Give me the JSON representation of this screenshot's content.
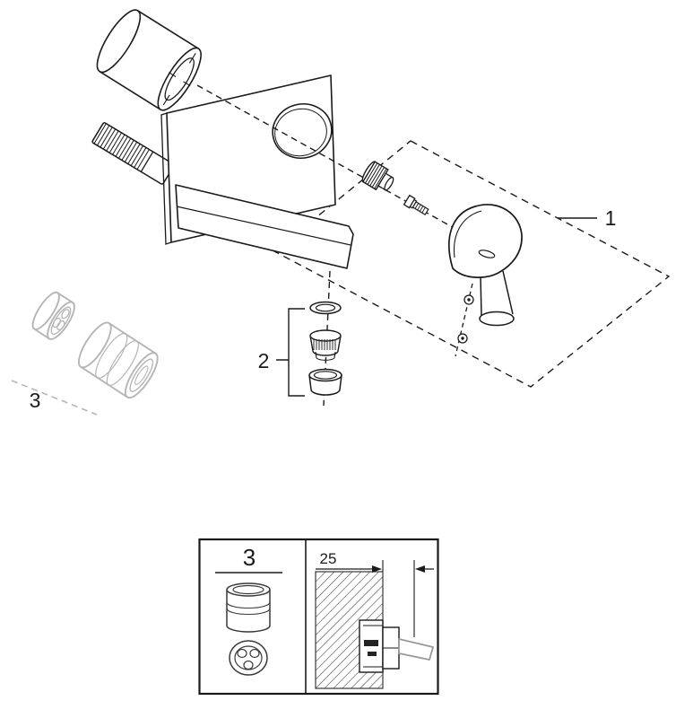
{
  "page": {
    "background": "#ffffff"
  },
  "diagram": {
    "type": "exploded-parts-diagram",
    "callouts": {
      "part1": "1",
      "part2": "2",
      "part3": "3"
    },
    "detail_panel": {
      "part_label": "3",
      "depth_dimension": "25"
    },
    "colors": {
      "line": "#1a1a1a",
      "muted": "#b5b5b5",
      "detail_line": "#3a3a3a",
      "background": "#ffffff"
    }
  }
}
